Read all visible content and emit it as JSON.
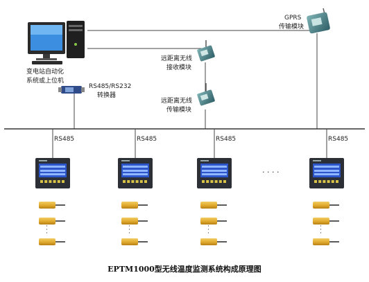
{
  "title": "EPTM1000型无线温度监测系统构成原理图",
  "pc": {
    "label_line1": "变电站自动化",
    "label_line2": "系统或上位机"
  },
  "converter": {
    "label_line1": "RS485/RS232",
    "label_line2": "转换器"
  },
  "gprs": {
    "label_line1": "GPRS",
    "label_line2": "传输模块"
  },
  "receiver": {
    "label_line1": "远距离无线",
    "label_line2": "接收模块"
  },
  "transmitter": {
    "label_line1": "远距离无线",
    "label_line2": "传输模块"
  },
  "bus_labels": [
    "RS485",
    "RS485",
    "RS485",
    "RS485"
  ],
  "ellipsis_between_monitors": "· · · ·",
  "ellipsis_sensors": [
    "·",
    "·",
    "·"
  ],
  "colors": {
    "monitor_screen": "#2b55c8",
    "monitor_body": "#2d2f36",
    "sensor": "#e7b33b",
    "module": "#3b6f78"
  }
}
